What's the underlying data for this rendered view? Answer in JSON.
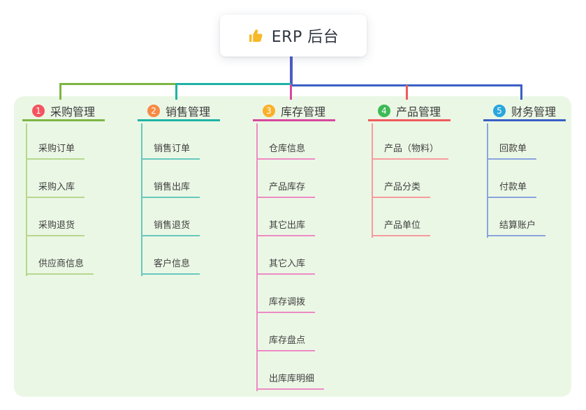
{
  "root": {
    "title": "ERP 后台",
    "icon": "thumbs-up-icon"
  },
  "colors": {
    "root_line": "#4c5bc5",
    "green": "#7db643",
    "teal": "#1fb3a6",
    "magenta": "#d8479d",
    "red": "#f05a5e",
    "blue": "#3a5fc6",
    "panel_bg": "#ebf7e5",
    "thumb_icon": "#f6b928"
  },
  "branches": [
    {
      "num": "1",
      "title": "采购管理",
      "badge_color": "#f45460",
      "line_color": "#7db643",
      "child_line_color": "#b5d88e",
      "children": [
        "采购订单",
        "采购入库",
        "采购退货",
        "供应商信息"
      ]
    },
    {
      "num": "2",
      "title": "销售管理",
      "badge_color": "#f78a45",
      "line_color": "#1fb3a6",
      "child_line_color": "#66c8bd",
      "children": [
        "销售订单",
        "销售出库",
        "销售退货",
        "客户信息"
      ]
    },
    {
      "num": "3",
      "title": "库存管理",
      "badge_color": "#f9b02a",
      "line_color": "#d8479d",
      "child_line_color": "#ec8ac4",
      "children": [
        "仓库信息",
        "产品库存",
        "其它出库",
        "其它入库",
        "库存调拨",
        "库存盘点",
        "出库库明细"
      ]
    },
    {
      "num": "4",
      "title": "产品管理",
      "badge_color": "#3cba55",
      "line_color": "#f05a5e",
      "child_line_color": "#f59b9e",
      "children": [
        "产品（物料）",
        "产品分类",
        "产品单位"
      ]
    },
    {
      "num": "5",
      "title": "财务管理",
      "badge_color": "#29a6dd",
      "line_color": "#3a5fc6",
      "child_line_color": "#8aa4dc",
      "children": [
        "回款单",
        "付款单",
        "结算账户"
      ]
    }
  ]
}
